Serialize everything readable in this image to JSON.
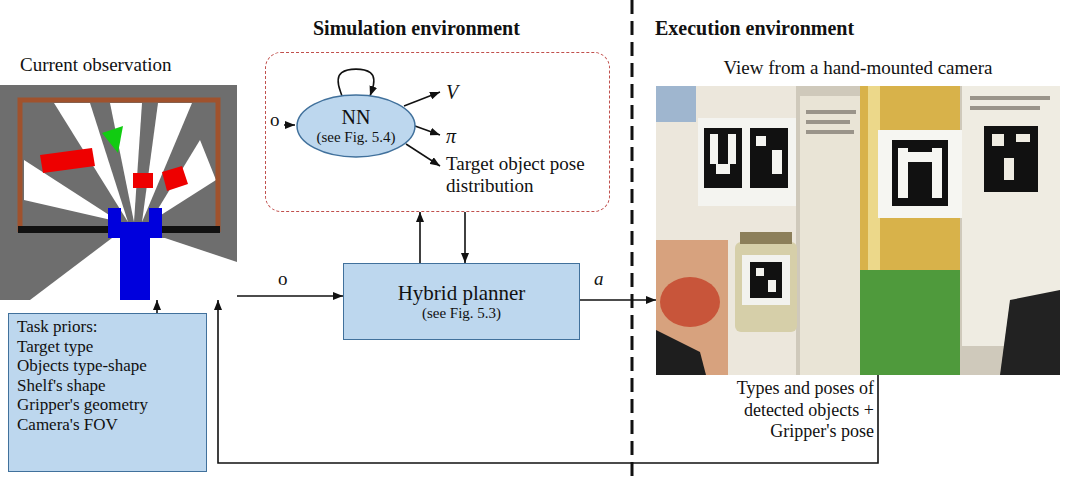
{
  "diagram": {
    "nodes": [
      {
        "text": [
          "Current observation"
        ]
      },
      {
        "text": [
          "Task priors:",
          "Target type",
          "Objects type-shape",
          "Shelf's shape",
          "Gripper's geometry",
          "Camera's FOV"
        ]
      },
      {
        "text": [
          "V",
          "π",
          "Target object pose distribution"
        ]
      },
      {
        "text": [
          "NN",
          "(see Fig. 5.4)"
        ],
        "in": 2
      },
      {
        "text": [
          "Hybrid planner",
          "(see Fig. 5.3)"
        ]
      },
      {
        "text": [
          "View from a hand-mounted camera"
        ]
      }
    ],
    "edges": [
      {
        "from": 0,
        "to": 4,
        "label": "o",
        "arrow": "to"
      },
      {
        "from": 1,
        "to": 0,
        "arrow": "to"
      },
      {
        "from": 3,
        "to": 3,
        "arrow": "to"
      },
      {
        "from": 4,
        "to": 2,
        "arrow": "to"
      },
      {
        "from": 2,
        "to": 4,
        "arrow": "to"
      },
      {
        "from": 4,
        "to": 5,
        "label": "a",
        "arrow": "to"
      },
      {
        "from": 5,
        "to": 0,
        "label": "Types and poses of detected objects + Gripper's pose",
        "arrow": "to"
      }
    ],
    "labels": [
      "Simulation environment",
      "Execution environment",
      "o"
    ]
  }
}
